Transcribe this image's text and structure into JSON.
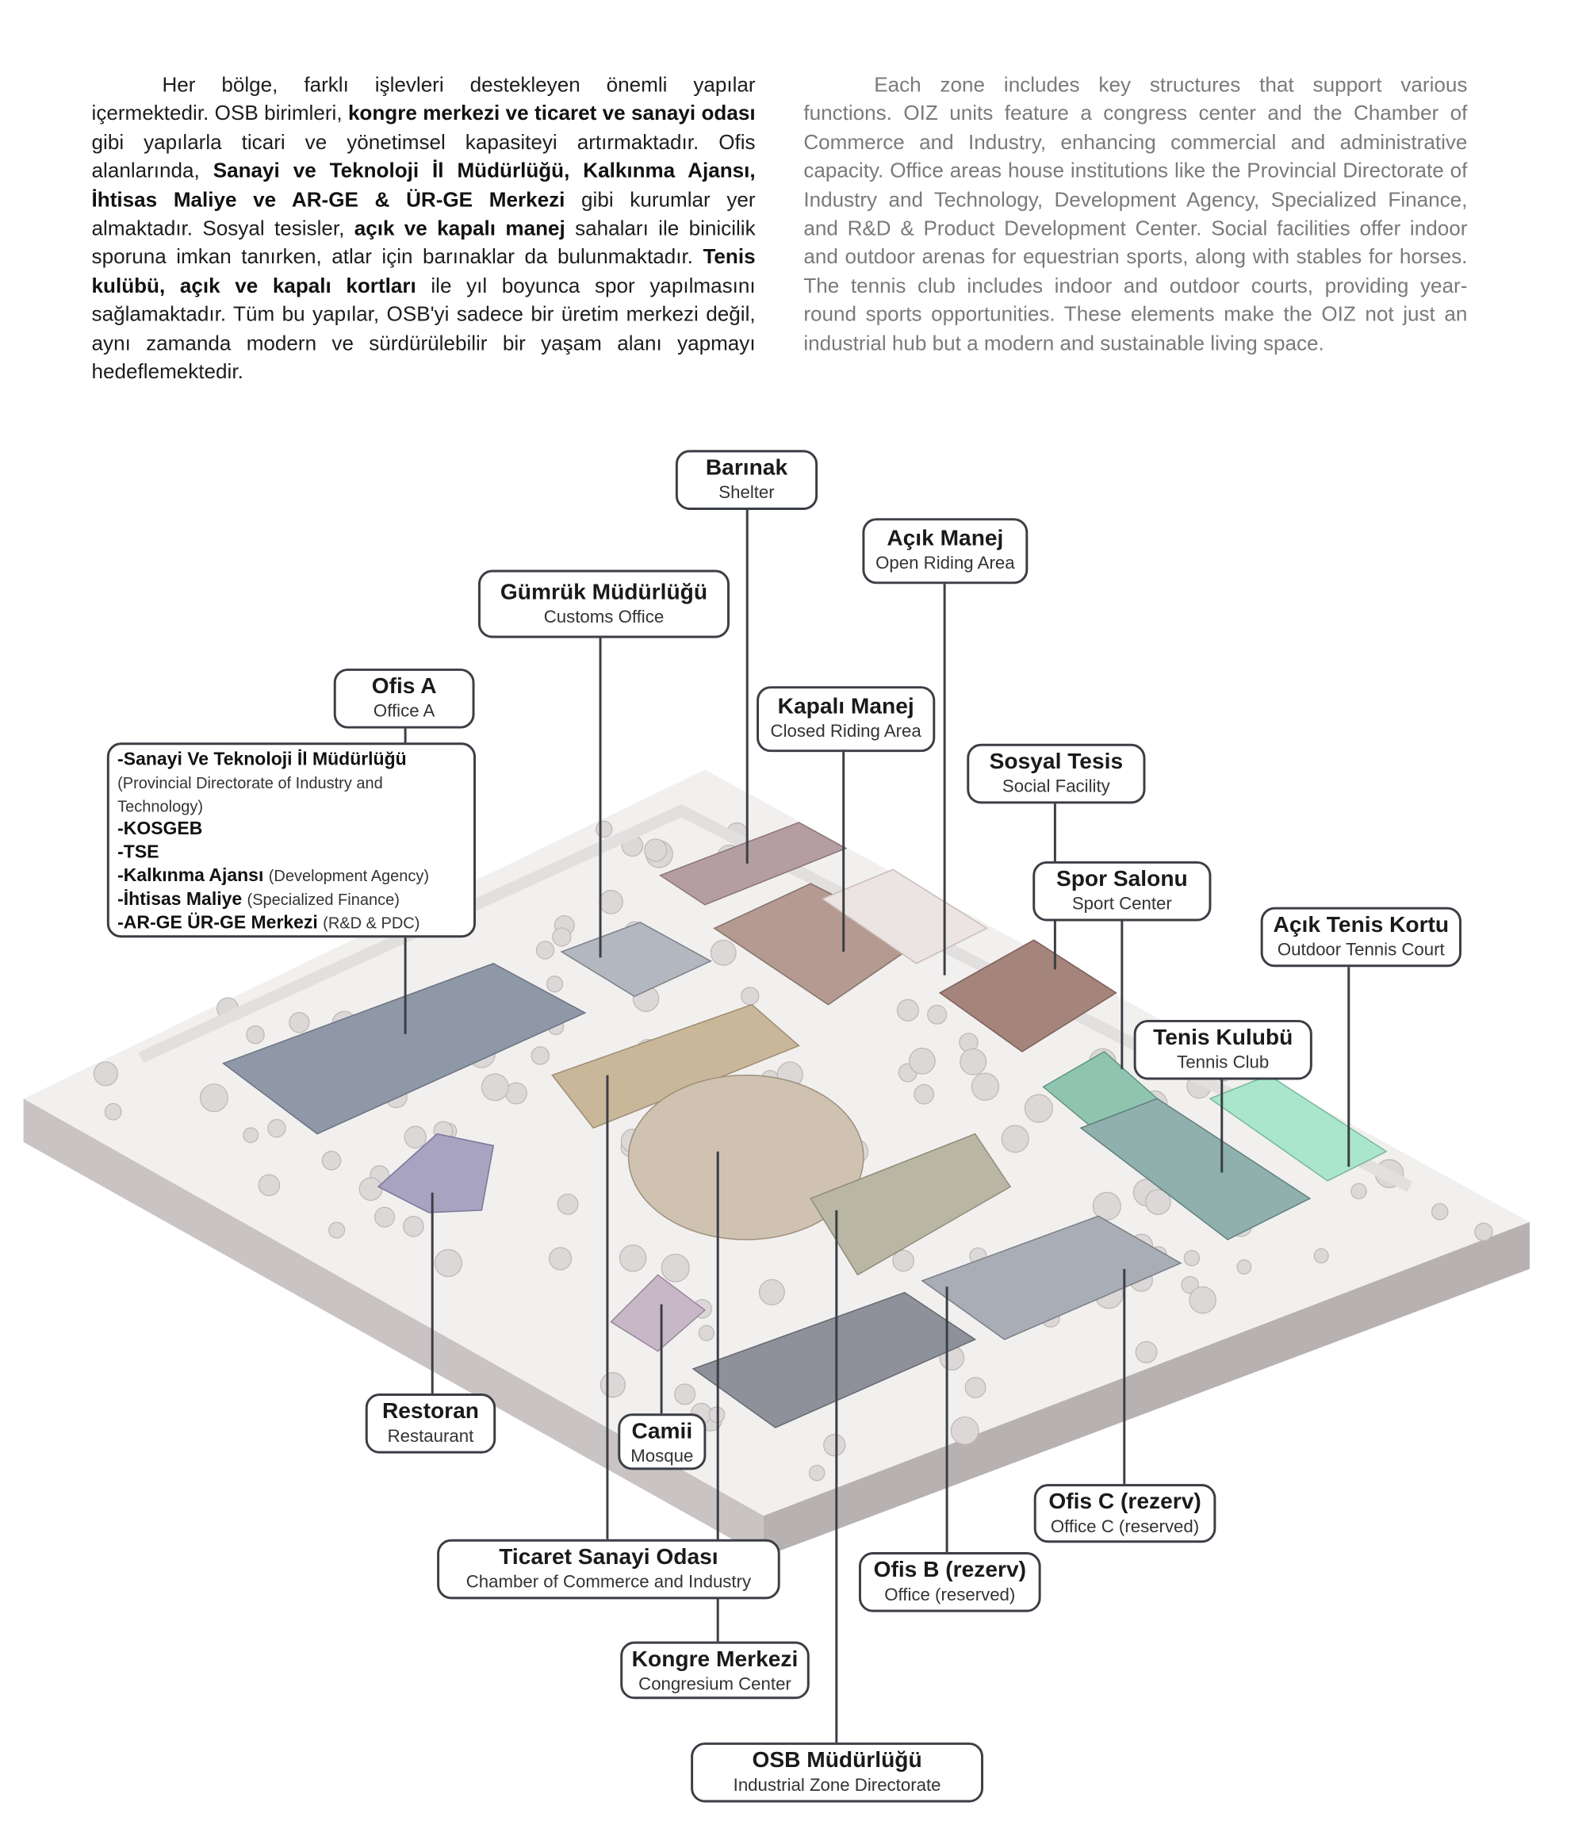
{
  "paragraph_tr": [
    {
      "text": "Her bölge, farklı işlevleri destekleyen önemli yapılar içermektedir. OSB birimleri, ",
      "bold": false
    },
    {
      "text": "kongre merkezi ve ticaret ve sanayi odası",
      "bold": true
    },
    {
      "text": " gibi yapılarla ticari ve yönetimsel kapasiteyi artırmaktadır. Ofis alanlarında, ",
      "bold": false
    },
    {
      "text": "Sanayi ve Teknoloji İl Müdürlüğü, Kalkınma Ajansı, İhtisas Maliye ve AR-GE & ÜR-GE Merkezi",
      "bold": true
    },
    {
      "text": " gibi kurumlar yer almaktadır. Sosyal tesisler, ",
      "bold": false
    },
    {
      "text": "açık ve kapalı manej",
      "bold": true
    },
    {
      "text": " sahaları ile binicilik sporuna imkan tanırken, atlar için barınaklar da bulunmaktadır. ",
      "bold": false
    },
    {
      "text": "Tenis kulübü, açık ve kapalı kortları",
      "bold": true
    },
    {
      "text": " ile yıl boyunca spor yapılmasını sağlamaktadır. Tüm bu yapılar, OSB'yi sadece bir üretim merkezi değil, aynı zamanda modern ve sürdürülebilir bir yaşam alanı yapmayı hedeflemektedir.",
      "bold": false
    }
  ],
  "paragraph_en": "Each zone includes key structures that support various functions. OIZ units feature a congress center and the Chamber of Commerce and Industry, enhancing commercial and administrative capacity. Office areas house institutions like the Provincial Directorate of Industry and Technology, Development Agency, Specialized Finance, and R&D & Product Development Center. Social facilities offer indoor and outdoor arenas for equestrian sports, along with stables for horses. The tennis club includes indoor and outdoor courts, providing year-round sports opportunities. These elements make the OIZ not just an industrial hub but a modern and sustainable living space.",
  "labels": {
    "shelter": {
      "title": "Barınak",
      "subtitle": "Shelter"
    },
    "open_riding": {
      "title": "Açık Manej",
      "subtitle": "Open Riding Area"
    },
    "customs": {
      "title": "Gümrük Müdürlüğü",
      "subtitle": "Customs Office"
    },
    "office_a": {
      "title": "Ofis A",
      "subtitle": "Office A"
    },
    "closed_riding": {
      "title": "Kapalı Manej",
      "subtitle": "Closed Riding Area"
    },
    "social": {
      "title": "Sosyal Tesis",
      "subtitle": "Social Facility"
    },
    "sport": {
      "title": "Spor Salonu",
      "subtitle": "Sport Center"
    },
    "outdoor_tennis": {
      "title": "Açık Tenis Kortu",
      "subtitle": "Outdoor Tennis Court"
    },
    "tennis_club": {
      "title": "Tenis Kulubü",
      "subtitle": "Tennis Club"
    },
    "restaurant": {
      "title": "Restoran",
      "subtitle": "Restaurant"
    },
    "mosque": {
      "title": "Camii",
      "subtitle": "Mosque"
    },
    "chamber": {
      "title": "Ticaret Sanayi Odası",
      "subtitle": "Chamber of Commerce and Industry"
    },
    "congress": {
      "title": "Kongre Merkezi",
      "subtitle": "Congresium Center"
    },
    "directorate": {
      "title": "OSB Müdürlüğü",
      "subtitle": "Industrial Zone Directorate"
    },
    "office_b": {
      "title": "Ofis B (rezerv)",
      "subtitle": "Office (reserved)"
    },
    "office_c": {
      "title": "Ofis C (rezerv)",
      "subtitle": "Office C (reserved)"
    }
  },
  "office_a_units": [
    {
      "name": "-Sanayi Ve Teknoloji İl Müdürlüğü",
      "note": "(Provincial Directorate of Industry and Technology)"
    },
    {
      "name": "-KOSGEB",
      "note": ""
    },
    {
      "name": "-TSE",
      "note": ""
    },
    {
      "name": "-Kalkınma Ajansı",
      "note": "(Development Agency)"
    },
    {
      "name": "-İhtisas Maliye",
      "note": "(Specialized Finance)"
    },
    {
      "name": "-AR-GE ÜR-GE Merkezi",
      "note": "(R&D & PDC)"
    }
  ],
  "colors": {
    "label_border": "#3b3e45",
    "slab_top": "#f1f0ef",
    "slab_side": "#c9c3c3",
    "office": "#8e98a6",
    "congress": "#c9b79a",
    "sport": "#a5847c",
    "tennis": "#8fc4b0",
    "outdoor_tennis": "#a9e6cc",
    "restaurant": "#a7a3c0",
    "mosque": "#c8b7c7"
  }
}
